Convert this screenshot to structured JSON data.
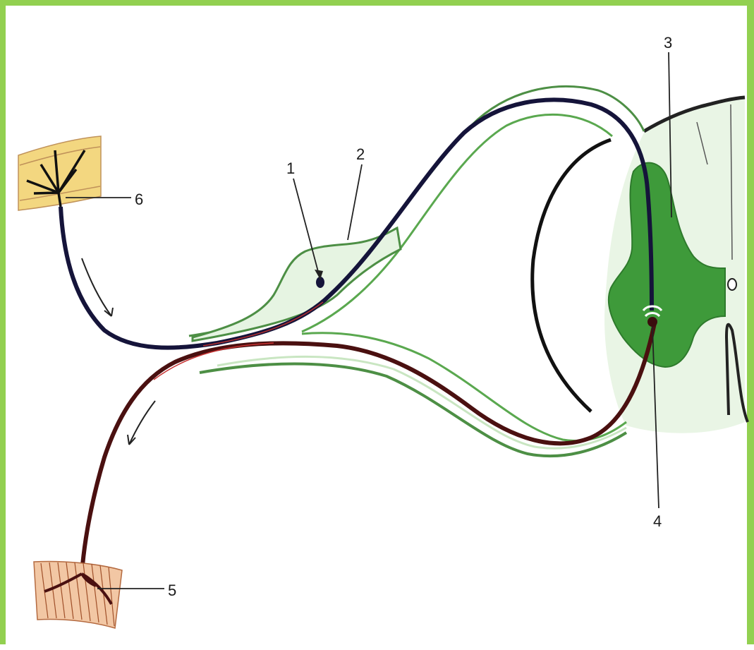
{
  "labels": {
    "l1": "1",
    "l2": "2",
    "l3": "3",
    "l4": "4",
    "l5": "5",
    "l6": "6"
  },
  "colors": {
    "frame": "#92d050",
    "grey_matter": "#3f8f3a",
    "white_matter": "#e6f4e2",
    "sheath": "#5aa84f",
    "sensory_axon": "#111133",
    "motor_axon": "#5a1414",
    "skin": "#f2d27a",
    "muscle": "#f0b48a"
  }
}
